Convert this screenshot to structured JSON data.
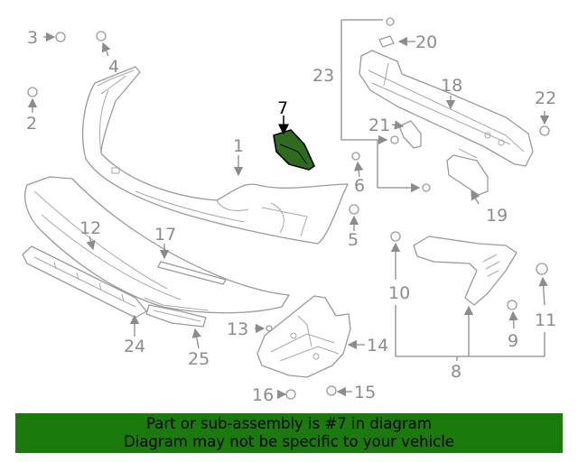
{
  "highlight_color": "#2f6b1f",
  "banner_color": "#1a7a0c",
  "callouts": {
    "c1": "1",
    "c2": "2",
    "c3": "3",
    "c4": "4",
    "c5": "5",
    "c6": "6",
    "c7": "7",
    "c8": "8",
    "c9": "9",
    "c10": "10",
    "c11": "11",
    "c12": "12",
    "c13": "13",
    "c14": "14",
    "c15": "15",
    "c16": "16",
    "c17": "17",
    "c18": "18",
    "c19": "19",
    "c20": "20",
    "c21": "21",
    "c22": "22",
    "c23": "23",
    "c24": "24",
    "c25": "25"
  },
  "banner": {
    "line1": "Part or sub-assembly is #7 in diagram",
    "line2": "Diagram may not be specific to your vehicle"
  }
}
